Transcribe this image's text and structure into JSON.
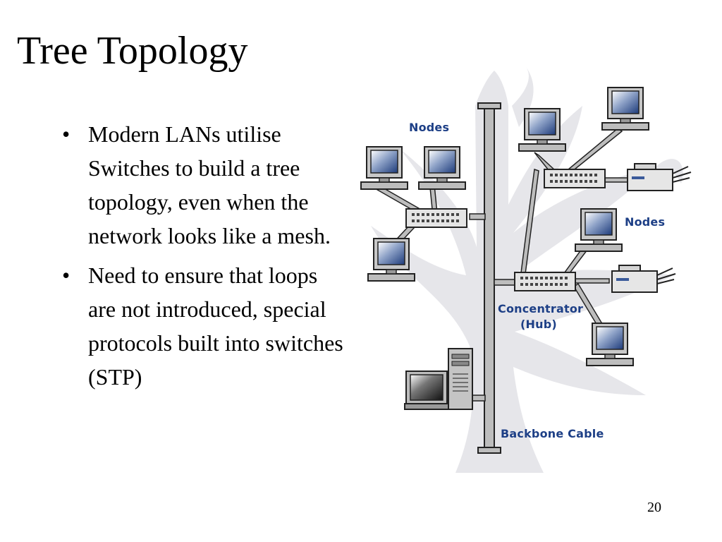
{
  "slide": {
    "title": "Tree Topology",
    "page_number": "20",
    "bullet_glyph": "•",
    "bullets": [
      "Modern LANs utilise Switches to build a tree topology, even when the network looks like a mesh.",
      "Need to ensure that loops are not introduced, special protocols built into switches (STP)"
    ]
  },
  "diagram": {
    "labels": {
      "nodes_top": "Nodes",
      "nodes_right": "Nodes",
      "concentrator": "Concentrator",
      "hub": "(Hub)",
      "backbone": "Backbone Cable"
    },
    "icons": [
      "tree-silhouette",
      "computer-icon",
      "hub-icon",
      "printer-icon",
      "server-tower-icon"
    ]
  }
}
